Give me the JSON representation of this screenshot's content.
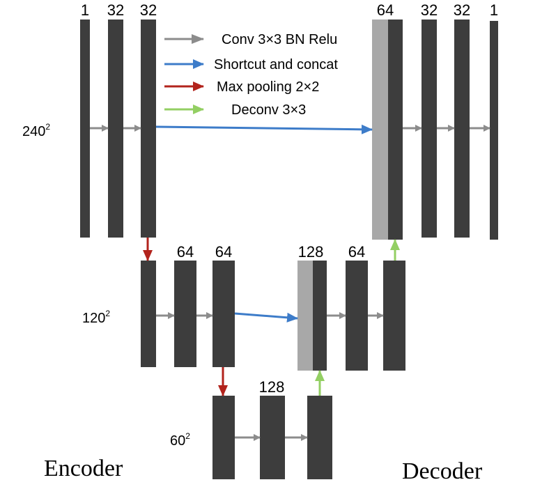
{
  "colors": {
    "block": "#3d3d3d",
    "concat_block": "#a8a8a8",
    "conv_arrow": "#8c8c8c",
    "shortcut_arrow": "#3d7cc9",
    "pool_arrow": "#b2231c",
    "deconv_arrow": "#93cf63"
  },
  "legend": {
    "conv": "Conv 3×3 BN Relu",
    "shortcut": "Shortcut and concat",
    "pool": "Max pooling 2×2",
    "deconv": "Deconv  3×3"
  },
  "channels": {
    "enc1": [
      "1",
      "32",
      "32"
    ],
    "dec1": [
      "64",
      "32",
      "32",
      "1"
    ],
    "enc2": [
      "64",
      "64"
    ],
    "dec2": [
      "128",
      "64"
    ],
    "bottom": "128"
  },
  "resolutions": {
    "level1": {
      "base": "240",
      "exp": "2"
    },
    "level2": {
      "base": "120",
      "exp": "2"
    },
    "level3": {
      "base": "60",
      "exp": "2"
    }
  },
  "sections": {
    "encoder": "Encoder",
    "decoder": "Decoder"
  }
}
